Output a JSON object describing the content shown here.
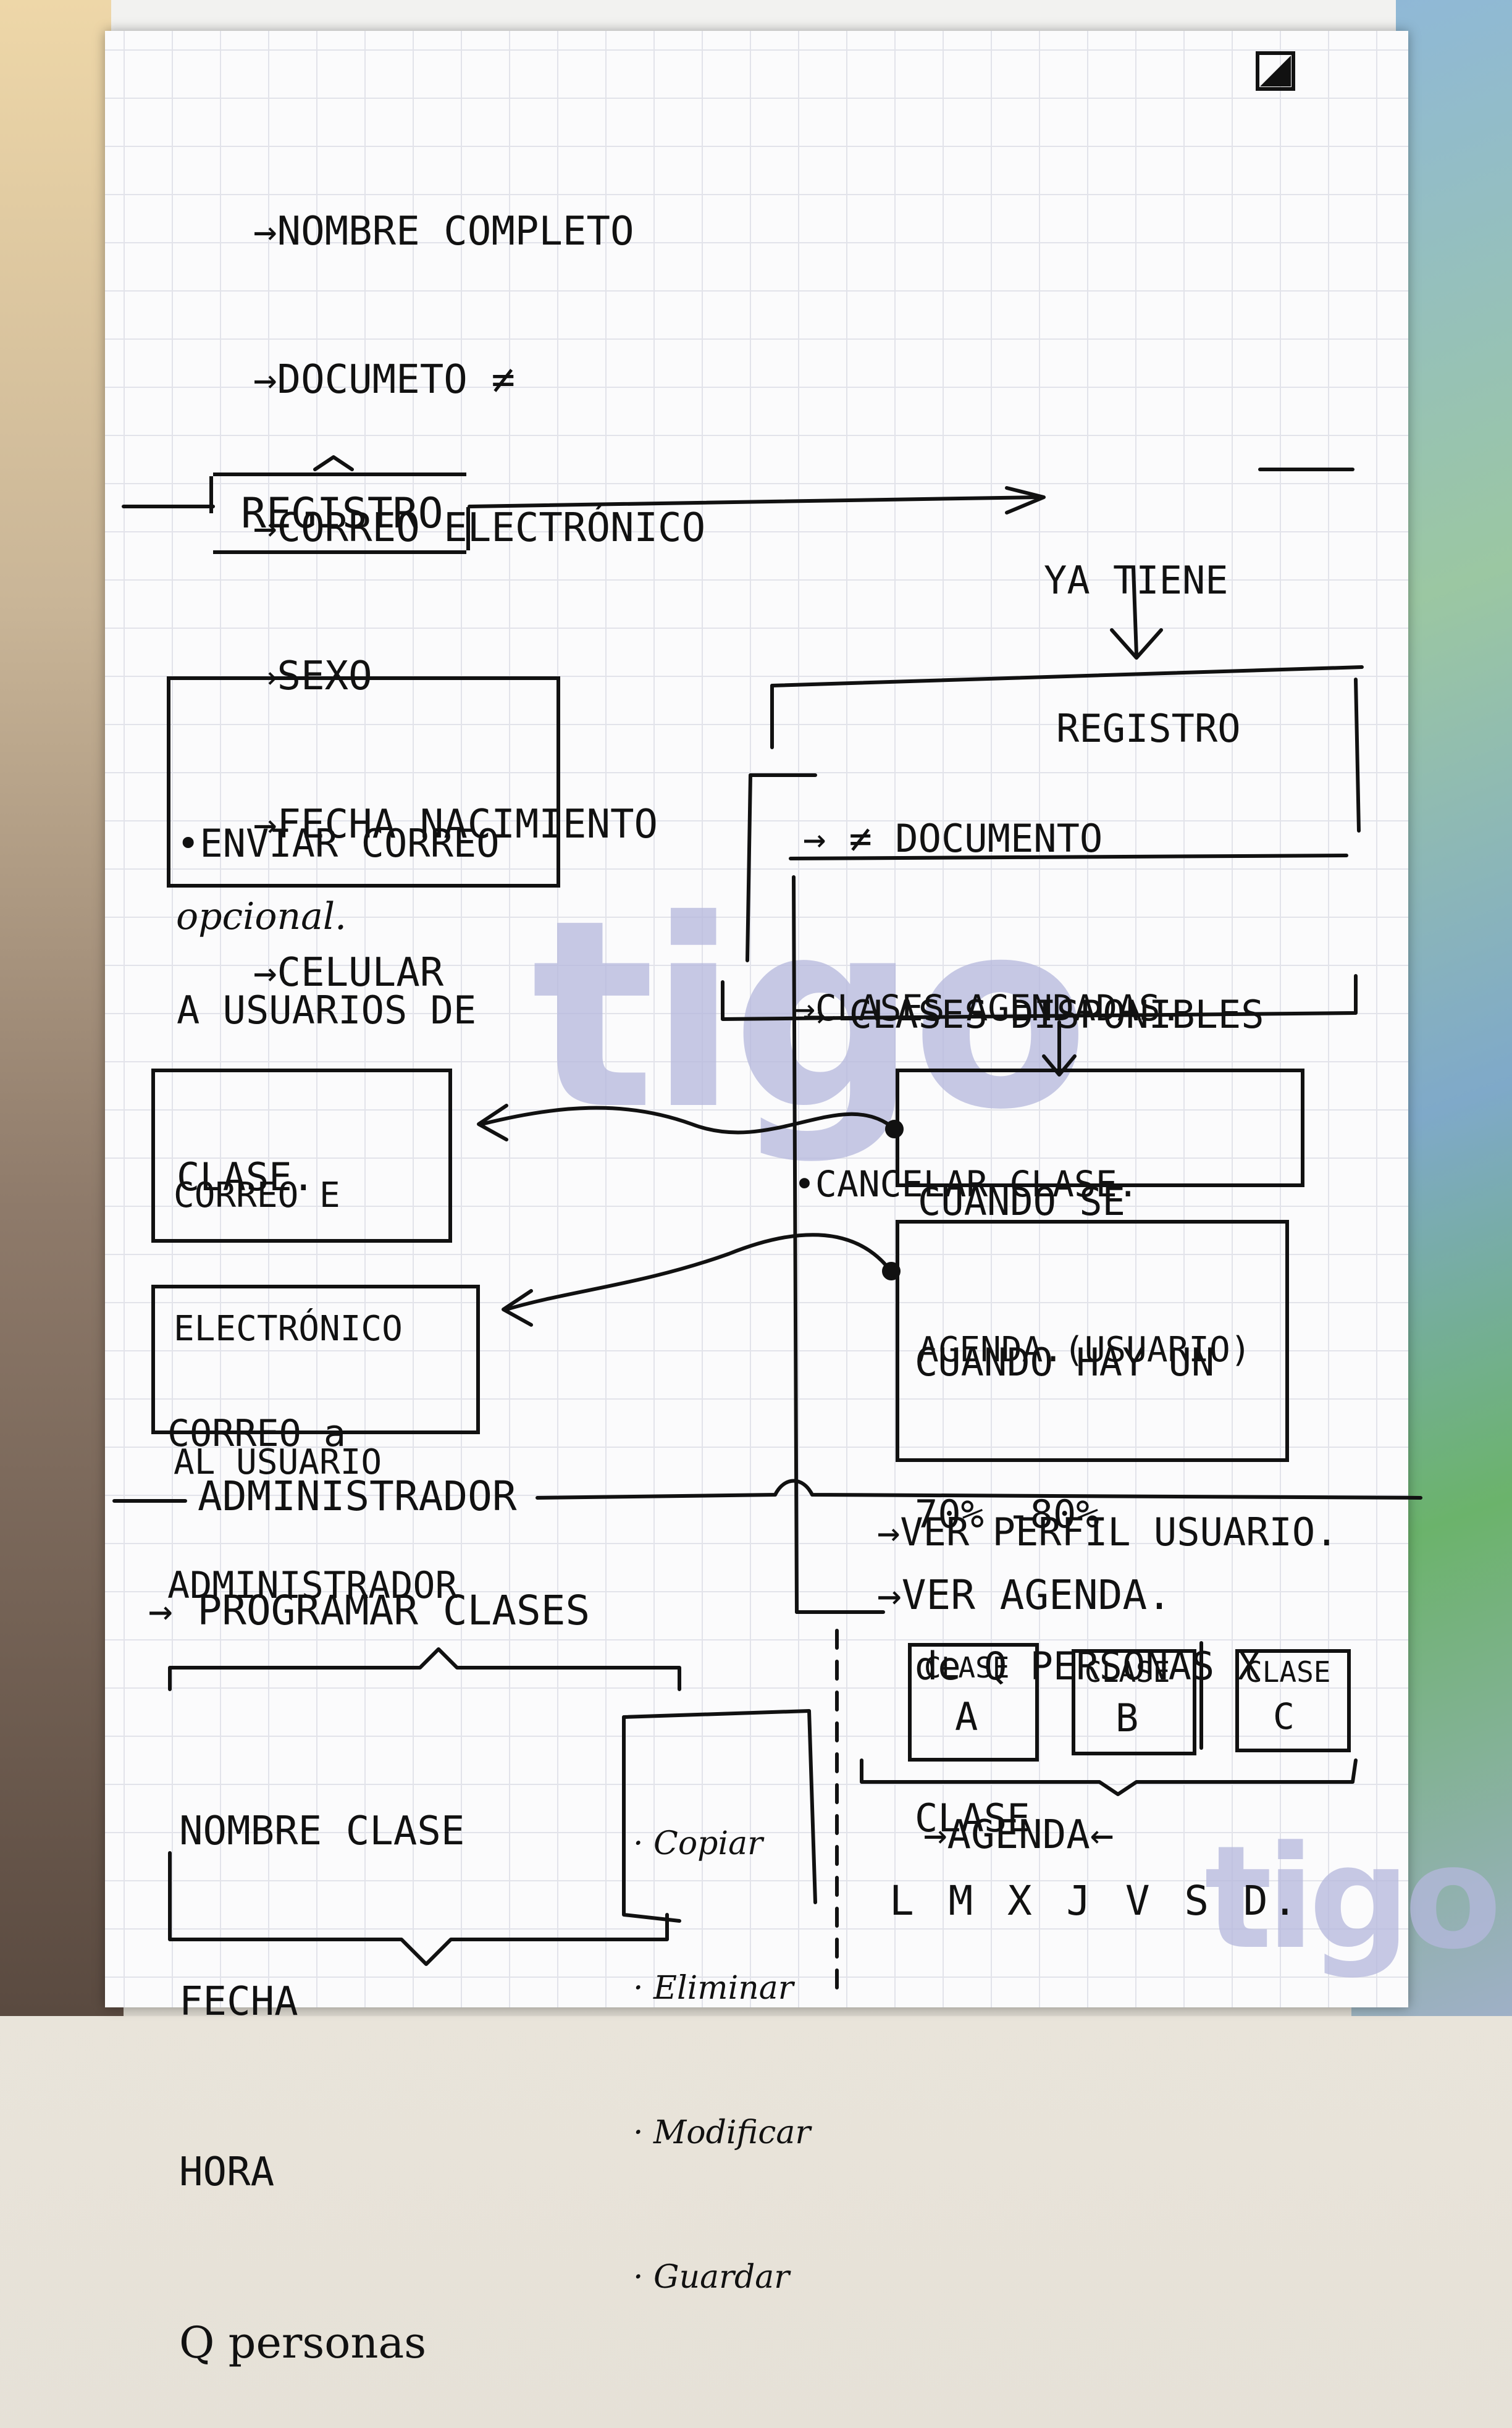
{
  "header_fields": [
    "→NOMBRE COMPLETO",
    "→DOCUMETO ≠",
    "→CORREO ELECTRÓNICO",
    "→SEXO",
    "→FECHA NACIMIENTO",
    "→CELULAR"
  ],
  "registro": {
    "label": "REGISTRO"
  },
  "ya_tiene": {
    "line1": "YA TIENE",
    "line2": "REGISTRO"
  },
  "user_box": {
    "items": [
      "→ ≠ DOCUMENTO",
      "→ CLASES DISPONIBLES"
    ]
  },
  "agendadas": {
    "items": [
      "→CLASES AGENDADAS.",
      "•CANCELAR CLASE."
    ]
  },
  "enviar_correo": {
    "lines": [
      "•ENVIAR CORREO",
      "A USUARIOS DE",
      "CLASE."
    ],
    "note": "opcional."
  },
  "cuando_agenda": {
    "lines": [
      "CUANDO SE",
      "AGENDA.(USUARIO)"
    ]
  },
  "correo_usuario": {
    "lines": [
      "CORREO E",
      "ELECTRÓNICO",
      "AL USUARIO"
    ]
  },
  "cuando_hay": {
    "lines": [
      "CUANDO HAY UN",
      "70% -80%",
      "de Q PERSONAS X",
      "CLASE"
    ]
  },
  "correo_admin": {
    "lines": [
      "CORREO a",
      "ADMINISTRADOR"
    ]
  },
  "administrador": {
    "label": "ADMINISTRADOR"
  },
  "programar": {
    "title": "→ PROGRAMAR CLASES",
    "fields": [
      "NOMBRE CLASE",
      "FECHA",
      "HORA",
      "Q personas"
    ],
    "actions": [
      "· Copiar",
      "· Eliminar",
      "· Modificar",
      "· Guardar"
    ]
  },
  "ver_perfil": "→VER PERFIL USUARIO.",
  "ver_agenda": "→VER AGENDA.",
  "clases": [
    {
      "label": "CLASE",
      "letter": "A"
    },
    {
      "label": "CLASE",
      "letter": "B"
    },
    {
      "label": "CLASE",
      "letter": "C"
    }
  ],
  "agenda": {
    "label": "→AGENDA←",
    "days": "L M X J V S D."
  },
  "watermark": {
    "text_center": "tigo",
    "text_corner": "tigo",
    "color": "#b5b8dd"
  }
}
